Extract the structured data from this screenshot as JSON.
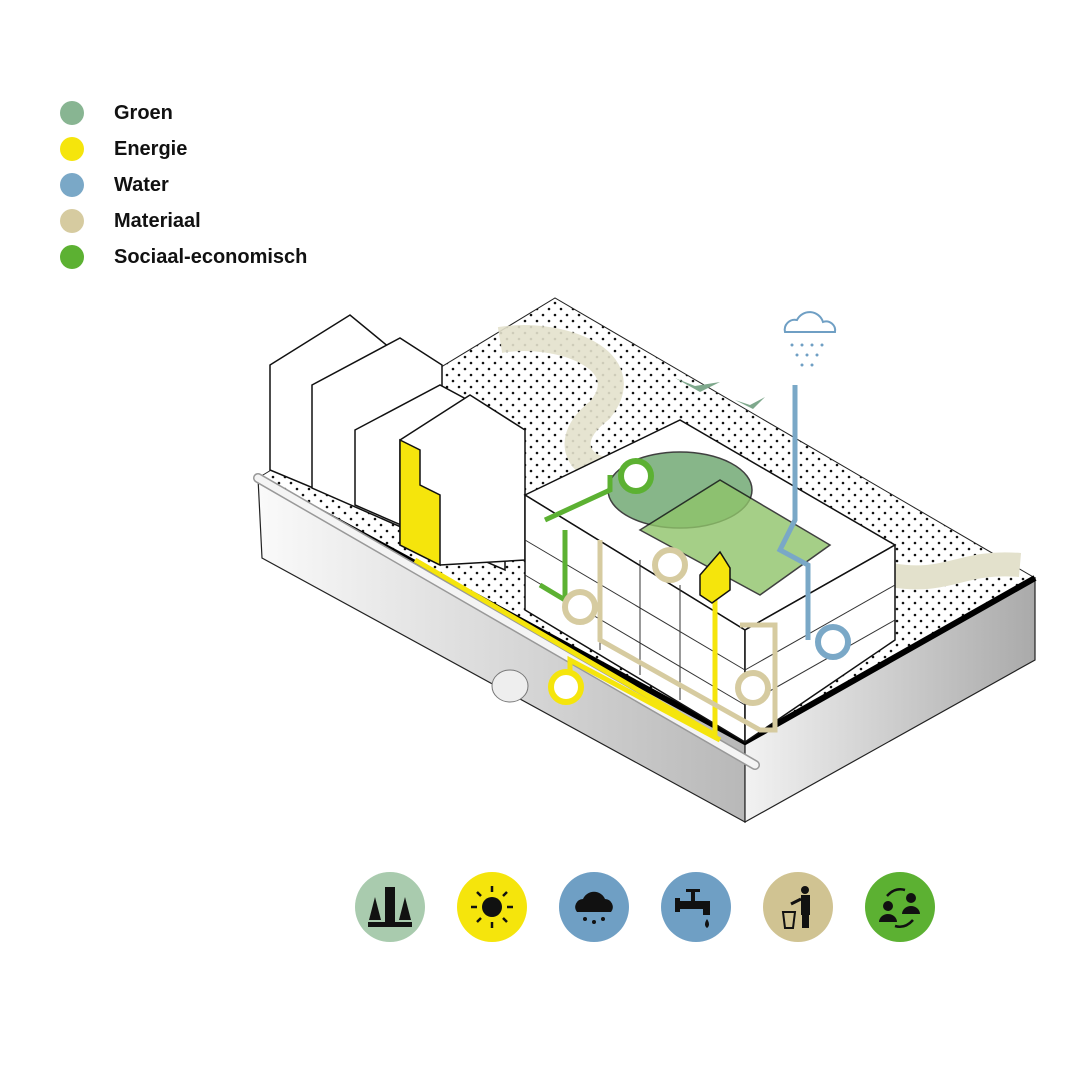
{
  "legend": [
    {
      "label": "Groen",
      "color": "#88b592"
    },
    {
      "label": "Energie",
      "color": "#f5e50c"
    },
    {
      "label": "Water",
      "color": "#7aa8c7"
    },
    {
      "label": "Materiaal",
      "color": "#d6cba0"
    },
    {
      "label": "Sociaal-economisch",
      "color": "#5cb132"
    }
  ],
  "theme_icons": [
    {
      "icon": "city-trees-icon",
      "color": "#a9cbae"
    },
    {
      "icon": "sun-icon",
      "color": "#f5e50c"
    },
    {
      "icon": "rain-cloud-icon",
      "color": "#6f9fc4"
    },
    {
      "icon": "water-tap-icon",
      "color": "#6f9fc4"
    },
    {
      "icon": "recycle-bin-person-icon",
      "color": "#d0c392"
    },
    {
      "icon": "social-exchange-icon",
      "color": "#5cb132"
    }
  ]
}
